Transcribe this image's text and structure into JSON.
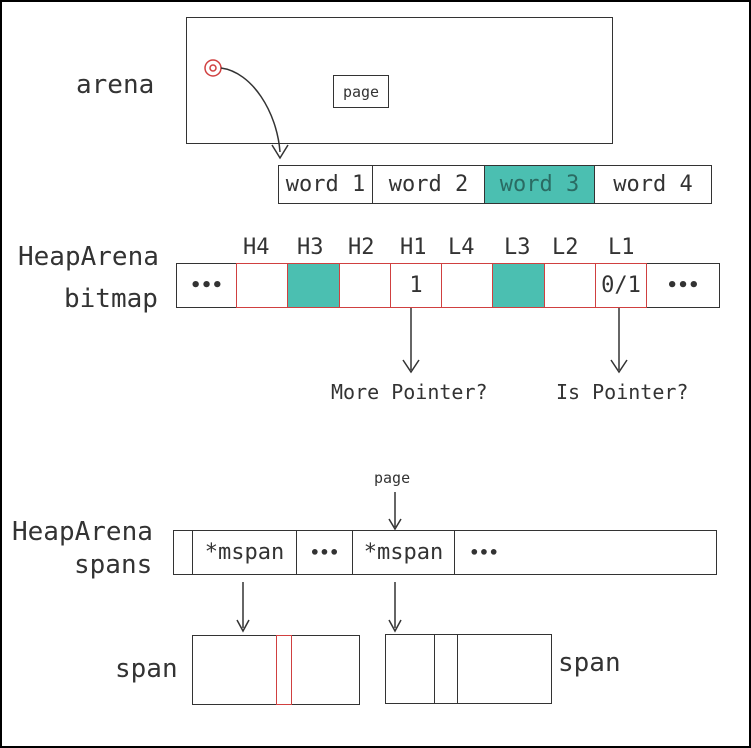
{
  "arena": {
    "label": "arena",
    "page_label": "page",
    "words": [
      "word 1",
      "word 2",
      "word 3",
      "word 4"
    ],
    "highlight_color": "#4bbfb1",
    "marker_color": "#d04040"
  },
  "bitmap": {
    "label_line1": "HeapArena",
    "label_line2": "bitmap",
    "left_ellipsis": "•••",
    "right_ellipsis": "•••",
    "headers": [
      "H4",
      "H3",
      "H2",
      "H1",
      "L4",
      "L3",
      "L2",
      "L1"
    ],
    "cell_values": [
      "",
      "",
      "",
      "1",
      "",
      "",
      "",
      "0/1"
    ],
    "filled": [
      false,
      true,
      false,
      false,
      false,
      true,
      false,
      false
    ],
    "annotation_more": "More Pointer?",
    "annotation_is": "Is Pointer?"
  },
  "spans": {
    "label_line1": "HeapArena",
    "label_line2": "spans",
    "page_label": "page",
    "cell1": "*mspan",
    "cell2": "*mspan",
    "ellipsis1": "•••",
    "ellipsis2": "•••",
    "span_left": "span",
    "span_right": "span"
  }
}
